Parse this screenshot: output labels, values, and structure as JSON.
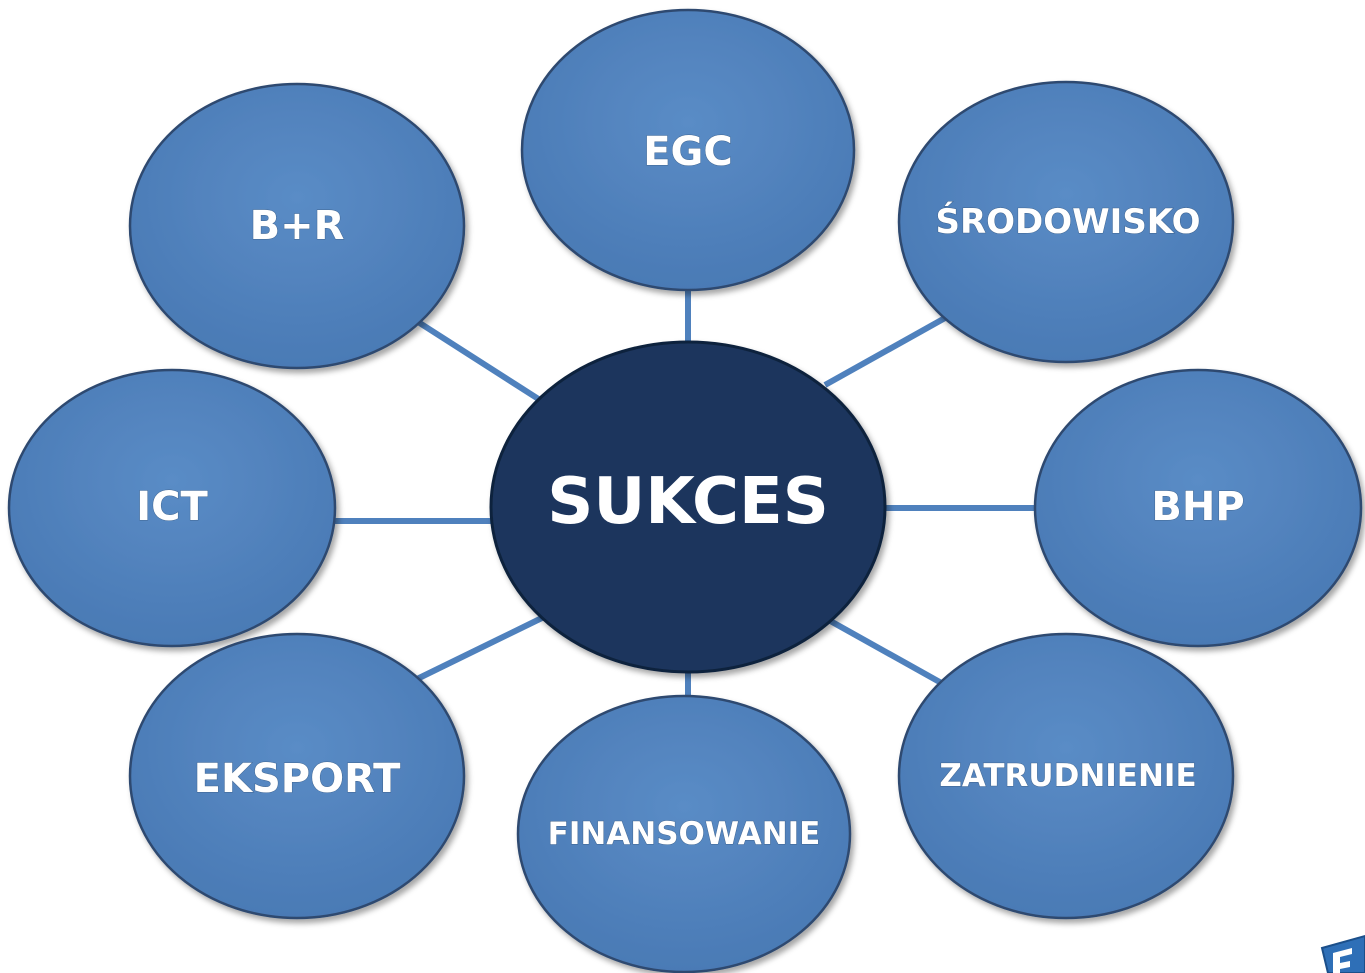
{
  "center": {
    "label": "SUKCES"
  },
  "nodes": [
    {
      "id": "egc",
      "label": "EGC"
    },
    {
      "id": "br",
      "label": "B+R"
    },
    {
      "id": "srodowisko",
      "label": "ŚRODOWISKO"
    },
    {
      "id": "ict",
      "label": "ICT"
    },
    {
      "id": "bhp",
      "label": "BHP"
    },
    {
      "id": "eksport",
      "label": "EKSPORT"
    },
    {
      "id": "finansowanie",
      "label": "FINANSOWANIE"
    },
    {
      "id": "zatrudnienie",
      "label": "ZATRUDNIENIE"
    }
  ],
  "colors": {
    "outer_fill": "#4F81BD",
    "outer_stroke": "#2E4A70",
    "center_fill": "#1B365D",
    "center_stroke": "#10223D",
    "connector": "#4F81BD"
  }
}
